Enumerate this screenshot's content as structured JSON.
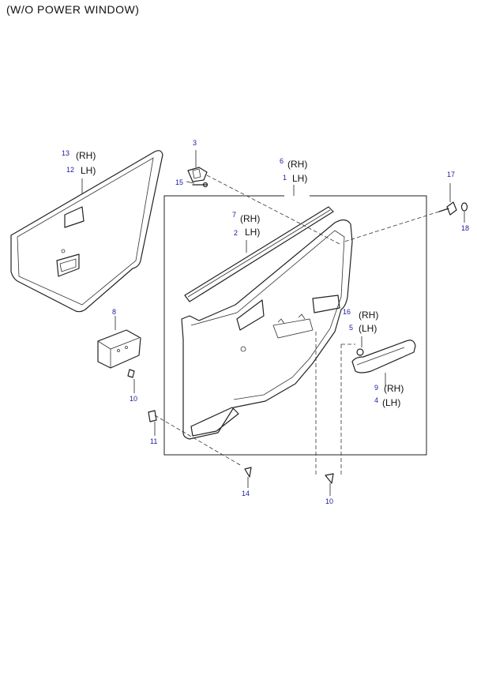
{
  "heading": "(W/O POWER WINDOW)",
  "callouts": {
    "c1": {
      "num": "1",
      "side": "LH)"
    },
    "c2": {
      "num": "2",
      "side": "LH)"
    },
    "c3": {
      "num": "3"
    },
    "c4": {
      "num": "4",
      "side": "(LH)"
    },
    "c5": {
      "num": "5",
      "side": "(LH)"
    },
    "c6": {
      "num": "6",
      "side": "(RH)"
    },
    "c7": {
      "num": "7",
      "side": "(RH)"
    },
    "c8": {
      "num": "8"
    },
    "c9": {
      "num": "9",
      "side": "(RH)"
    },
    "c10a": {
      "num": "10"
    },
    "c10b": {
      "num": "10"
    },
    "c11": {
      "num": "11"
    },
    "c12": {
      "num": "12",
      "side": "LH)"
    },
    "c13": {
      "num": "13",
      "side": "(RH)"
    },
    "c14": {
      "num": "14"
    },
    "c15": {
      "num": "15"
    },
    "c16": {
      "num": "16",
      "side": "(RH)"
    },
    "c17": {
      "num": "17"
    },
    "c18": {
      "num": "18"
    }
  },
  "colors": {
    "callout_number": "#1a1aa0",
    "line_art": "#222222"
  }
}
